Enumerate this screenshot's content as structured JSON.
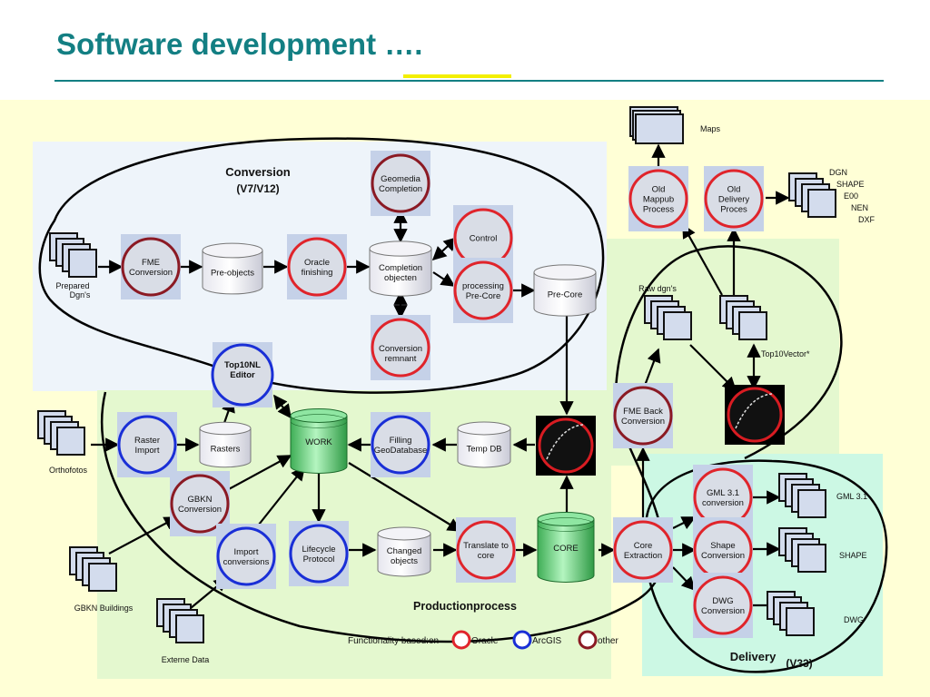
{
  "slide": {
    "title": "Software development …."
  },
  "regions": {
    "conversion": [
      "Conversion",
      "(V7/V12)"
    ],
    "production": "Productionprocess",
    "delivery": "Delivery",
    "delivery_version": "(V33)"
  },
  "processes": {
    "fme_conversion": [
      "FME",
      "Conversion"
    ],
    "oracle_finishing": [
      "Oracle",
      "finishing"
    ],
    "geomedia_completion": [
      "Geomedia",
      "Completion"
    ],
    "control": [
      "Control"
    ],
    "processing_pre_core": [
      "processing",
      "Pre-Core"
    ],
    "conversion_remnant": [
      "Conversion",
      "remnant"
    ],
    "top10nl_editor": [
      "Top10NL",
      "Editor"
    ],
    "raster_import": [
      "Raster",
      "Import"
    ],
    "gbkn_conversion": [
      "GBKN",
      "Conversion"
    ],
    "import_conversions": [
      "Import",
      "conversions"
    ],
    "lifecycle_protocol": [
      "Lifecycle",
      "Protocol"
    ],
    "filling_geodatabase": [
      "Filling",
      "GeoDatabase"
    ],
    "translate_to_core": [
      "Translate to",
      "core"
    ],
    "fme_back_conversion": [
      "FME Back",
      "Conversion"
    ],
    "core_extraction": [
      "Core",
      "Extraction"
    ],
    "gml_conversion": [
      "GML 3.1",
      "conversion"
    ],
    "shape_conversion": [
      "Shape",
      "Conversion"
    ],
    "dwg_conversion": [
      "DWG",
      "Conversion"
    ],
    "old_mappub": [
      "Old",
      "Mappub",
      "Process"
    ],
    "old_delivery": [
      "Old",
      "Delivery",
      "Proces"
    ]
  },
  "databases": {
    "pre_objects": [
      "Pre-objects"
    ],
    "completion_objecten": [
      "Completion",
      "objecten"
    ],
    "pre_core": [
      "Pre-Core"
    ],
    "rasters": [
      "Rasters"
    ],
    "temp_db": [
      "Temp DB"
    ],
    "changed_objects": [
      "Changed",
      "objects"
    ],
    "work": "WORK",
    "core": "CORE"
  },
  "datasets": {
    "prepared_dgns": [
      "Prepared",
      "Dgn's"
    ],
    "orthofotos": "Orthofotos",
    "gbkn_buildings": "GBKN Buildings",
    "externe_data": "Externe Data",
    "raw_dgns": "Raw dgn's",
    "top10vector": "Top10Vector*",
    "maps": "Maps",
    "delivery_formats": [
      "DGN",
      "SHAPE",
      "E00",
      "NEN",
      "DXF"
    ],
    "gml_out": "GML 3.1",
    "shape_out": "SHAPE",
    "dwg_out": "DWG"
  },
  "legend": {
    "label": "Functionality based:on",
    "items": [
      {
        "label": "Oracle",
        "color": "#e0242b"
      },
      {
        "label": "ArcGIS",
        "color": "#1a2fd6"
      },
      {
        "label": "other",
        "color": "#8b1a24"
      }
    ]
  },
  "colors": {
    "title": "#137f83",
    "oracle": "#e0242b",
    "arcgis": "#1a2fd6",
    "other": "#8b1a24",
    "background_yellow": "#ffffd6",
    "conversion_area": "#eef4fa",
    "production_area": "#e4f8cf",
    "delivery_area": "#ccf8e4"
  }
}
